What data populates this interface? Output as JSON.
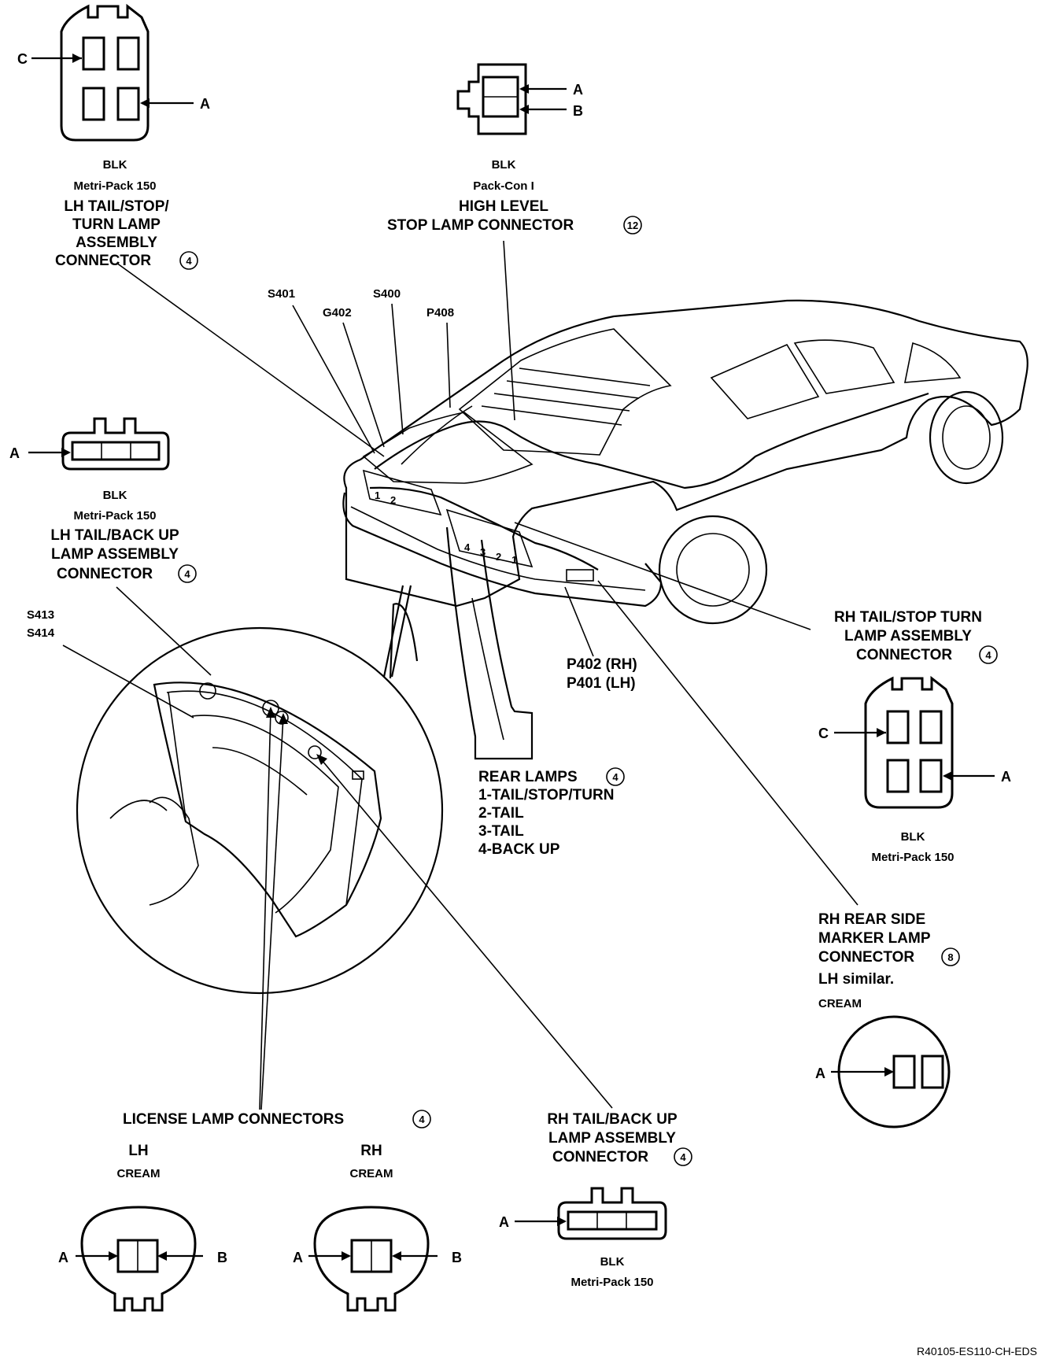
{
  "diagram_ref": "R40105-ES110-CH-EDS",
  "pins": {
    "a": "A",
    "b": "B",
    "c": "C"
  },
  "connectors": {
    "lh_tail_stop_turn": {
      "color": "BLK",
      "type": "Metri-Pack 150",
      "line1": "LH TAIL/STOP/",
      "line2": "TURN LAMP",
      "line3": "ASSEMBLY",
      "line4": "CONNECTOR",
      "ref": "4"
    },
    "high_level_stop": {
      "color": "BLK",
      "type": "Pack-Con I",
      "line1": "HIGH LEVEL",
      "line2": "STOP LAMP CONNECTOR",
      "ref": "12"
    },
    "lh_tail_backup": {
      "color": "BLK",
      "type": "Metri-Pack 150",
      "line1": "LH TAIL/BACK UP",
      "line2": "LAMP ASSEMBLY",
      "line3": "CONNECTOR",
      "ref": "4"
    },
    "rh_tail_stop_turn": {
      "color": "BLK",
      "type": "Metri-Pack 150",
      "line1": "RH TAIL/STOP TURN",
      "line2": "LAMP ASSEMBLY",
      "line3": "CONNECTOR",
      "ref": "4"
    },
    "rh_side_marker": {
      "color": "CREAM",
      "line1": "RH REAR SIDE",
      "line2": "MARKER LAMP",
      "line3": "CONNECTOR",
      "ref": "8",
      "note": "LH similar."
    },
    "license_lamp": {
      "title": "LICENSE LAMP CONNECTORS",
      "ref": "4",
      "lh": "LH",
      "rh": "RH",
      "lh_color": "CREAM",
      "rh_color": "CREAM"
    },
    "rh_tail_backup": {
      "color": "BLK",
      "type": "Metri-Pack 150",
      "line1": "RH TAIL/BACK UP",
      "line2": "LAMP ASSEMBLY",
      "line3": "CONNECTOR",
      "ref": "4"
    }
  },
  "splices": {
    "s401": "S401",
    "g402": "G402",
    "s400": "S400",
    "p408": "P408",
    "s413": "S413",
    "s414": "S414",
    "p402": "P402 (RH)",
    "p401": "P401 (LH)"
  },
  "rear_lamps": {
    "title": "REAR LAMPS",
    "ref": "4",
    "items": [
      "1-TAIL/STOP/TURN",
      "2-TAIL",
      "3-TAIL",
      "4-BACK UP"
    ],
    "numbers": [
      "1",
      "2",
      "3",
      "4"
    ]
  }
}
